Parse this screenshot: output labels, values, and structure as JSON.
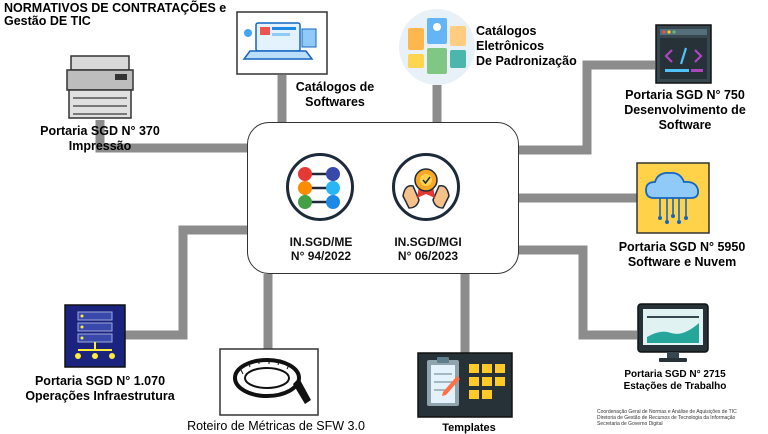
{
  "header": {
    "title_line1": "NORMATIVOS DE CONTRATAÇÕES e",
    "title_line2": "Gestão DE TIC"
  },
  "hub": {
    "left": {
      "line1": "IN.SGD/ME",
      "line2": "N° 94/2022"
    },
    "right": {
      "line1": "IN.SGD/MGI",
      "line2": "N° 06/2023"
    }
  },
  "nodes": {
    "impressao": {
      "line1": "Portaria SGD N° 370",
      "line2": "Impressão",
      "icon": "printer-icon"
    },
    "softwares": {
      "line1": "Catálogos de",
      "line2": "Softwares",
      "icon": "laptop-icon"
    },
    "eletronicos": {
      "line1": "Catálogos Eletrônicos",
      "line2": "De Padronização",
      "icon": "catalog-cards-icon"
    },
    "desenvolvimento": {
      "line1": "Portaria SGD N° 750",
      "line2": "Desenvolvimento de",
      "line3": "Software",
      "icon": "code-window-icon"
    },
    "nuvem": {
      "line1": "Portaria SGD N° 5950",
      "line2": "Software e Nuvem",
      "icon": "cloud-icon"
    },
    "estacoes": {
      "line1": "Portaria SGD N° 2715",
      "line2": "Estações de Trabalho",
      "icon": "monitor-icon"
    },
    "infraestrutura": {
      "line1": "Portaria SGD N° 1.070",
      "line2": "Operações Infraestrutura",
      "icon": "server-icon"
    },
    "metricas": {
      "line1": "Roteiro de Métricas de SFW 3.0",
      "icon": "tape-measure-icon"
    },
    "templates": {
      "line1": "Templates",
      "icon": "clipboard-icon"
    }
  },
  "footer": {
    "line1": "Coordenação Geral de Normas e Análise de Aquisições de TIC",
    "line2": "Diretoria de Gestão de Recursos de Tecnologia da Informação",
    "line3": "Secretaria de Governo Digital"
  },
  "colors": {
    "connector": "#8c8c8c",
    "hub_border": "#333333",
    "cloud_bg": "#ffd24a"
  }
}
